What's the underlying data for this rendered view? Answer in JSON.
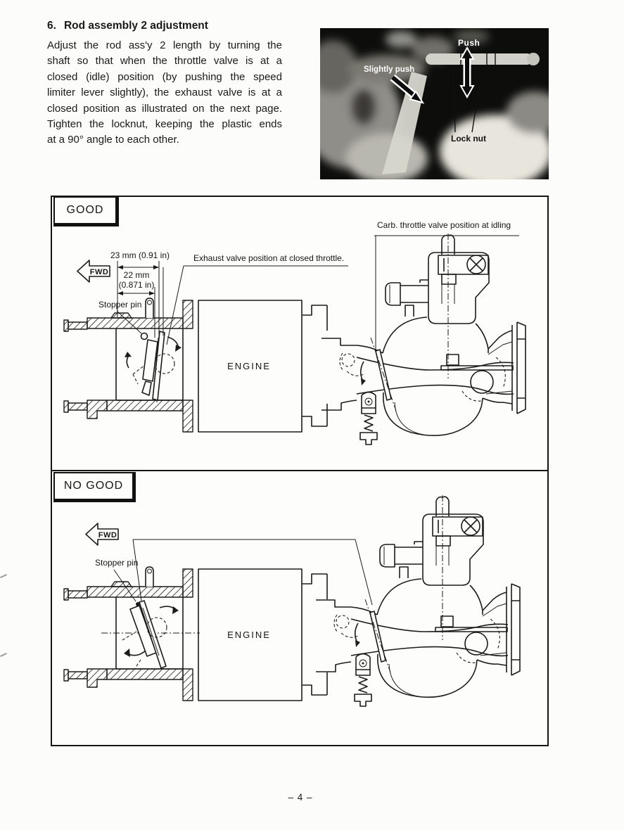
{
  "page": {
    "number": "– 4 –"
  },
  "section": {
    "number": "6.",
    "title": "Rod assembly 2 adjustment",
    "lines": [
      "Adjust the rod ass'y 2 length by turning the",
      "shaft so that when the throttle valve is at a",
      "closed (idle) position (by pushing the speed",
      "limiter lever slightly), the exhaust valve is at a",
      "closed position as illustrated on the next page.",
      "Tighten the locknut, keeping the plastic ends",
      "at a 90° angle to each other."
    ]
  },
  "photo": {
    "push": "Push",
    "slightly_push": "Slightly push",
    "lock_nut": "Lock nut"
  },
  "diagrams": {
    "good": {
      "label": "GOOD",
      "fwd": "FWD",
      "carb_callout": "Carb. throttle valve position at idling",
      "exhaust_callout": "Exhaust valve position at closed throttle.",
      "dim_23": "23 mm (0.91 in)",
      "dim_22_line1": "22 mm",
      "dim_22_line2": "(0.871 in)",
      "stopper_pin": "Stopper pin",
      "engine": "ENGINE"
    },
    "no_good": {
      "label": "NO GOOD",
      "fwd": "FWD",
      "stopper_pin": "Stopper pin",
      "engine": "ENGINE"
    }
  },
  "colors": {
    "ink": "#1b1b1b",
    "paper": "#fcfcfa",
    "photo_background": "#0d0d0b"
  }
}
